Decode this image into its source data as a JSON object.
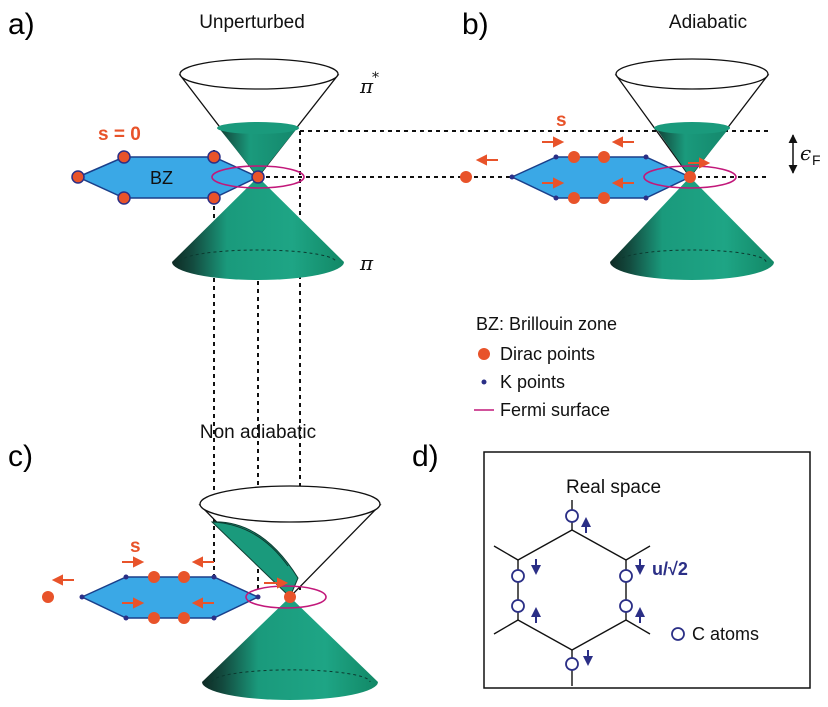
{
  "panels": {
    "a": {
      "label": "a)",
      "title": "Unperturbed",
      "shift_label": "s = 0",
      "bz_label": "BZ",
      "pi_star": "π",
      "pi_star_sup": "*",
      "pi": "π"
    },
    "b": {
      "label": "b)",
      "title": "Adiabatic",
      "shift_label": "s",
      "fermi_energy": "ϵ",
      "fermi_sub": "F"
    },
    "c": {
      "label": "c)",
      "title": "Non adiabatic",
      "shift_label": "s"
    },
    "d": {
      "label": "d)",
      "title": "Real space",
      "displacement": "u/√2",
      "atoms_label": "C atoms"
    }
  },
  "legend": {
    "items": [
      {
        "symbol": "dirac-dot",
        "text": "BZ: Brillouin zone"
      },
      {
        "symbol": "dirac-dot",
        "text": "Dirac points"
      },
      {
        "symbol": "k-dot",
        "text": "K points"
      },
      {
        "symbol": "fermi-line",
        "text": "Fermi surface"
      }
    ]
  },
  "colors": {
    "cone_fill": "#1a9a7c",
    "cone_dark": "#1f3a33",
    "bz_fill": "#3aa8e6",
    "dirac": "#e8532a",
    "k_point": "#2b2f86",
    "fermi": "#c2187a"
  }
}
